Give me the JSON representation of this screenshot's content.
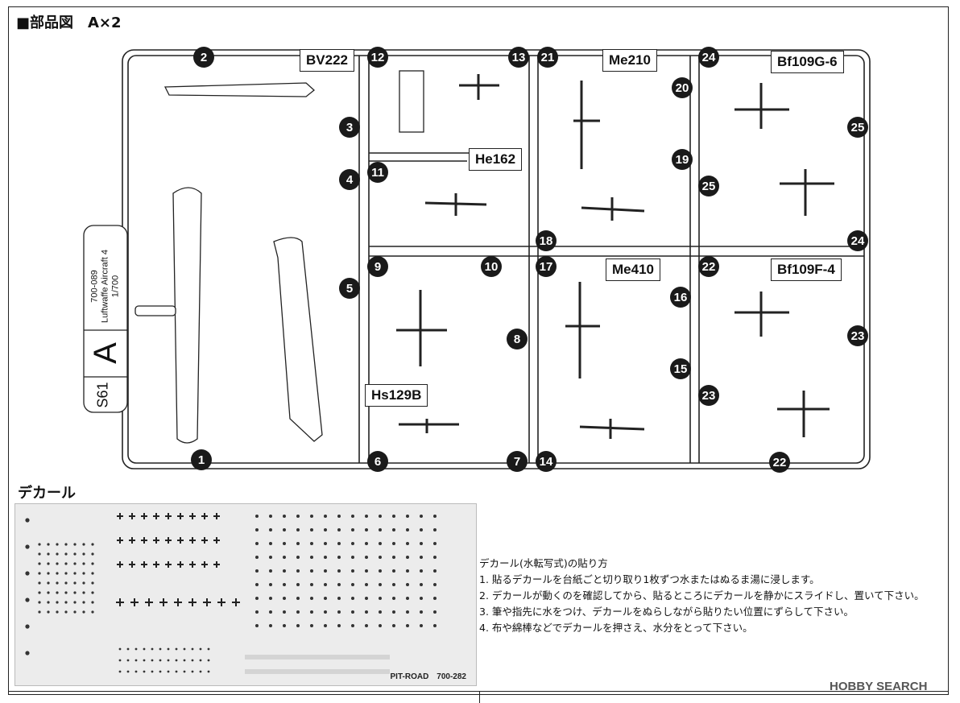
{
  "header": {
    "title": "■部品図　A×2"
  },
  "sprue": {
    "tab_text": [
      "1/700",
      "Luftwaffe Aircraft 4",
      "700-089"
    ],
    "sprue_letter": "A",
    "mold_code": "S61",
    "aircraft_labels": [
      "BV222",
      "He162",
      "Hs129B",
      "Me210",
      "Me410",
      "Bf109G-6",
      "Bf109F-4"
    ],
    "part_numbers": [
      "1",
      "2",
      "3",
      "4",
      "5",
      "6",
      "7",
      "8",
      "9",
      "10",
      "11",
      "12",
      "13",
      "14",
      "15",
      "16",
      "17",
      "18",
      "19",
      "20",
      "21",
      "22",
      "22",
      "23",
      "23",
      "24",
      "24",
      "25",
      "25"
    ]
  },
  "decals": {
    "title": "デカール",
    "sheet_credit": "PIT-ROAD　700-282",
    "instructions_title": "デカール(水転写式)の貼り方",
    "instructions": [
      "1. 貼るデカールを台紙ごと切り取り1枚ずつ水またはぬるま湯に浸します。",
      "2. デカールが動くのを確認してから、貼るところにデカールを静かにスライドし、置いて下さい。",
      "3. 筆や指先に水をつけ、デカールをぬらしながら貼りたい位置にずらして下さい。",
      "4. 布や綿棒などでデカールを押さえ、水分をとって下さい。"
    ]
  },
  "watermark": "HOBBY SEARCH",
  "colors": {
    "badge": "#1a1a1a",
    "line": "#222222",
    "decal_bg": "#ececec"
  }
}
